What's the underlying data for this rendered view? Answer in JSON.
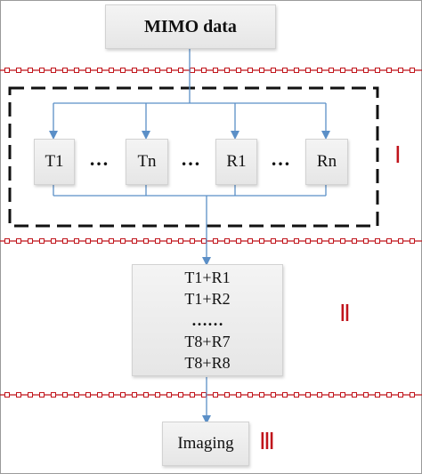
{
  "diagram": {
    "top_box": "MIMO data",
    "channels": [
      "T1",
      "Tn",
      "R1",
      "Rn"
    ],
    "channel_ellipsis": "…",
    "combos": [
      "T1+R1",
      "T1+R2",
      "……",
      "T8+R7",
      "T8+R8"
    ],
    "final_box": "Imaging",
    "stage_labels": [
      "Ⅰ",
      "Ⅱ",
      "Ⅲ"
    ]
  },
  "colors": {
    "arrow": "#5b8fc7",
    "separator": "#c0141b",
    "dashed_border": "#111111",
    "stage_label": "#c0141b",
    "box_fill": "#ececec"
  }
}
